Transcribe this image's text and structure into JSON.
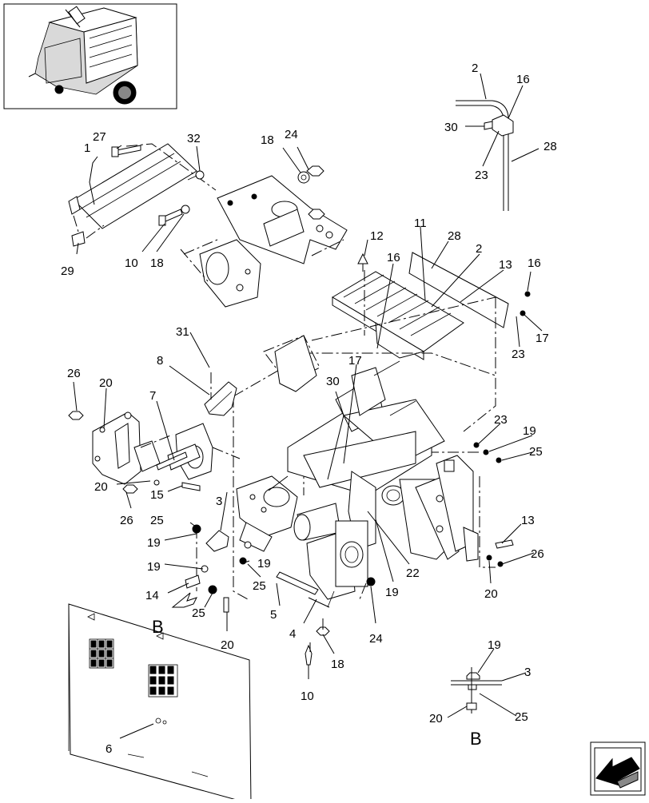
{
  "diagram": {
    "callouts": [
      {
        "id": "c1",
        "text": "1"
      },
      {
        "id": "c27",
        "text": "27"
      },
      {
        "id": "c32",
        "text": "32"
      },
      {
        "id": "c18a",
        "text": "18"
      },
      {
        "id": "c24a",
        "text": "24"
      },
      {
        "id": "c29",
        "text": "29"
      },
      {
        "id": "c10a",
        "text": "10"
      },
      {
        "id": "c18b",
        "text": "18"
      },
      {
        "id": "c2a",
        "text": "2"
      },
      {
        "id": "c16a",
        "text": "16"
      },
      {
        "id": "c30a",
        "text": "30"
      },
      {
        "id": "c28a",
        "text": "28"
      },
      {
        "id": "c23a",
        "text": "23"
      },
      {
        "id": "c12",
        "text": "12"
      },
      {
        "id": "c11",
        "text": "11"
      },
      {
        "id": "c28b",
        "text": "28"
      },
      {
        "id": "c16b",
        "text": "16"
      },
      {
        "id": "c2b",
        "text": "2"
      },
      {
        "id": "c13a",
        "text": "13"
      },
      {
        "id": "c16c",
        "text": "16"
      },
      {
        "id": "c17a",
        "text": "17"
      },
      {
        "id": "c23b",
        "text": "23"
      },
      {
        "id": "c31",
        "text": "31"
      },
      {
        "id": "c8",
        "text": "8"
      },
      {
        "id": "c26a",
        "text": "26"
      },
      {
        "id": "c20a",
        "text": "20"
      },
      {
        "id": "c7",
        "text": "7"
      },
      {
        "id": "c30b",
        "text": "30"
      },
      {
        "id": "c17b",
        "text": "17"
      },
      {
        "id": "c23c",
        "text": "23"
      },
      {
        "id": "c19a",
        "text": "19"
      },
      {
        "id": "c25a",
        "text": "25"
      },
      {
        "id": "c20b",
        "text": "20"
      },
      {
        "id": "c15",
        "text": "15"
      },
      {
        "id": "c26b",
        "text": "26"
      },
      {
        "id": "c3a",
        "text": "3"
      },
      {
        "id": "c25b",
        "text": "25"
      },
      {
        "id": "c19b",
        "text": "19"
      },
      {
        "id": "c19c",
        "text": "19"
      },
      {
        "id": "c19d",
        "text": "19"
      },
      {
        "id": "c14",
        "text": "14"
      },
      {
        "id": "c25c",
        "text": "25"
      },
      {
        "id": "c25d",
        "text": "25"
      },
      {
        "id": "c20c",
        "text": "20"
      },
      {
        "id": "c5",
        "text": "5"
      },
      {
        "id": "c4",
        "text": "4"
      },
      {
        "id": "c18c",
        "text": "18"
      },
      {
        "id": "c10b",
        "text": "10"
      },
      {
        "id": "c24b",
        "text": "24"
      },
      {
        "id": "c19e",
        "text": "19"
      },
      {
        "id": "c22",
        "text": "22"
      },
      {
        "id": "c13b",
        "text": "13"
      },
      {
        "id": "c26c",
        "text": "26"
      },
      {
        "id": "c20d",
        "text": "20"
      },
      {
        "id": "c6",
        "text": "6"
      },
      {
        "id": "c19f",
        "text": "19"
      },
      {
        "id": "c3b",
        "text": "3"
      },
      {
        "id": "c25e",
        "text": "25"
      },
      {
        "id": "c20e",
        "text": "20"
      }
    ],
    "view_labels": [
      {
        "id": "vB1",
        "text": "B"
      },
      {
        "id": "vB2",
        "text": "B"
      }
    ]
  }
}
